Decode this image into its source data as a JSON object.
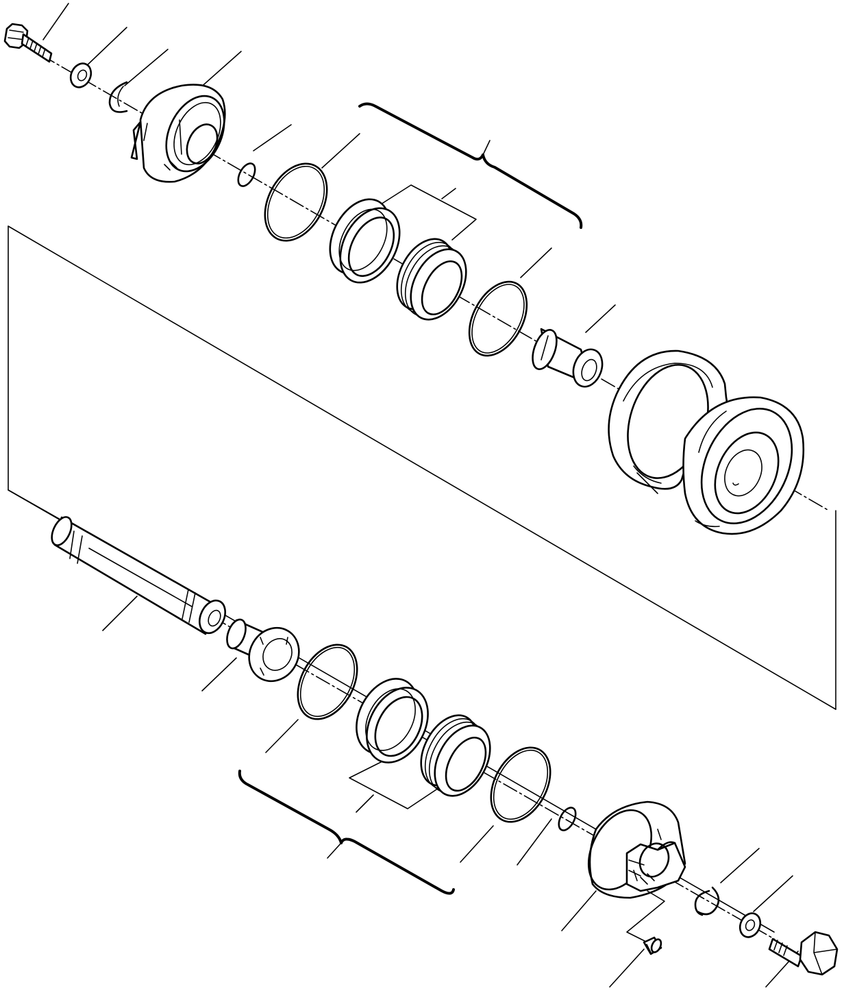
{
  "diagram": {
    "kind": "exploded-parts-view",
    "subject": "track-roller-assembly",
    "palette": {
      "ink": "#000000",
      "paper": "#ffffff"
    },
    "parts": [
      {
        "id": "bolt-top",
        "icon": "hex-bolt-icon"
      },
      {
        "id": "lock-washer-top",
        "icon": "washer-icon"
      },
      {
        "id": "snap-ring-top",
        "icon": "snap-ring-icon"
      },
      {
        "id": "collar-top",
        "icon": "end-collar-icon"
      },
      {
        "id": "small-o-ring-top",
        "icon": "o-ring-icon"
      },
      {
        "id": "large-o-ring-top",
        "icon": "o-ring-icon"
      },
      {
        "id": "seal-ring-top-a",
        "icon": "seal-ring-icon"
      },
      {
        "id": "seal-ring-top-b",
        "icon": "seal-ring-icon"
      },
      {
        "id": "o-ring-mid-top",
        "icon": "o-ring-icon"
      },
      {
        "id": "bushing-top",
        "icon": "bushing-icon"
      },
      {
        "id": "roller-shell",
        "icon": "track-roller-icon"
      },
      {
        "id": "shaft",
        "icon": "shaft-icon"
      },
      {
        "id": "bushing-bottom",
        "icon": "flanged-bushing-icon"
      },
      {
        "id": "large-o-ring-bottom",
        "icon": "o-ring-icon"
      },
      {
        "id": "seal-ring-bottom-a",
        "icon": "seal-ring-icon"
      },
      {
        "id": "seal-ring-bottom-b",
        "icon": "seal-ring-icon"
      },
      {
        "id": "o-ring-mid-bottom",
        "icon": "o-ring-icon"
      },
      {
        "id": "small-o-ring-bottom",
        "icon": "o-ring-icon"
      },
      {
        "id": "collar-bottom",
        "icon": "end-collar-icon"
      },
      {
        "id": "plug",
        "icon": "plug-icon"
      },
      {
        "id": "snap-ring-bottom",
        "icon": "snap-ring-icon"
      },
      {
        "id": "lock-washer-bottom",
        "icon": "washer-icon"
      },
      {
        "id": "bolt-bottom",
        "icon": "hex-bolt-icon"
      }
    ]
  }
}
